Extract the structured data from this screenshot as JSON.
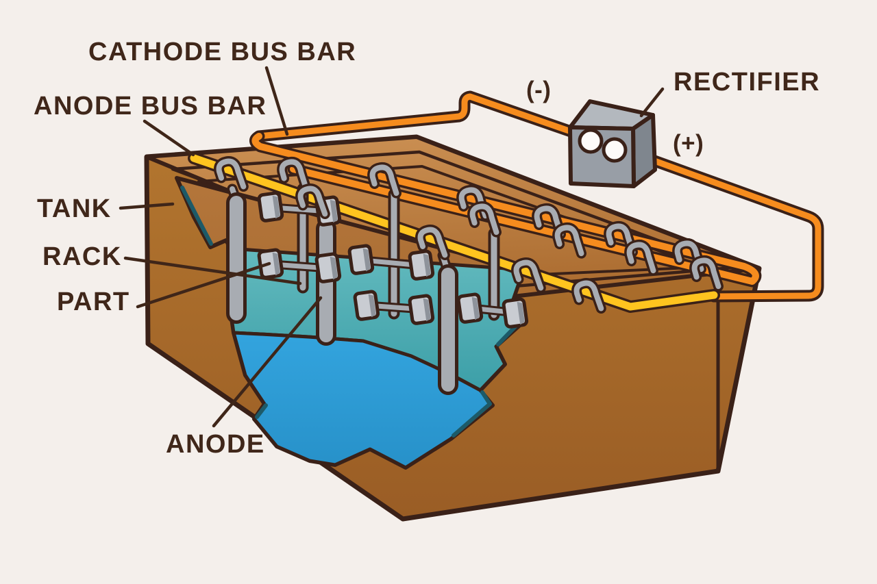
{
  "diagram": {
    "subject": "electroplating-tank",
    "labels": {
      "cathode_bus_bar": "CATHODE BUS BAR",
      "anode_bus_bar": "ANODE BUS BAR",
      "tank": "TANK",
      "rack": "RACK",
      "part": "PART",
      "anode": "ANODE",
      "rectifier": "RECTIFIER",
      "negative": "(-)",
      "positive": "(+)"
    },
    "colors": {
      "background": "#F4EFEB",
      "outline": "#3A2118",
      "label_text": "#40271A",
      "tank_top": "#BE8142",
      "tank_front": "#A8682B",
      "tank_interior": "#AB6D31",
      "bath_surface_teal": "#4FAFB4",
      "bath_front_blue": "#2E9FD9",
      "cut_edge_teal": "#1D5A68",
      "bus_bar_orange": "#F68C1E",
      "bus_bar_yellow": "#FFC41F",
      "metal_gray": "#A8ACB2",
      "metal_light": "#C9CCD2",
      "rectifier_front": "#989EA6",
      "rectifier_top": "#B3B8BE",
      "rectifier_side": "#7F868E",
      "port_white": "#FDFBF9"
    }
  }
}
